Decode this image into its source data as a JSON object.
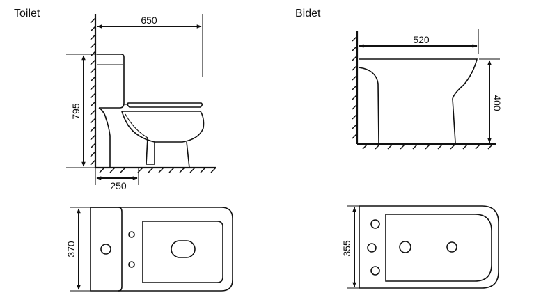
{
  "toilet": {
    "title": "Toilet",
    "dimensions": {
      "depth": "650",
      "height": "795",
      "outlet": "250",
      "width": "370"
    }
  },
  "bidet": {
    "title": "Bidet",
    "dimensions": {
      "depth": "520",
      "height": "400",
      "width": "355"
    }
  },
  "colors": {
    "line": "#111111",
    "background": "#ffffff"
  }
}
